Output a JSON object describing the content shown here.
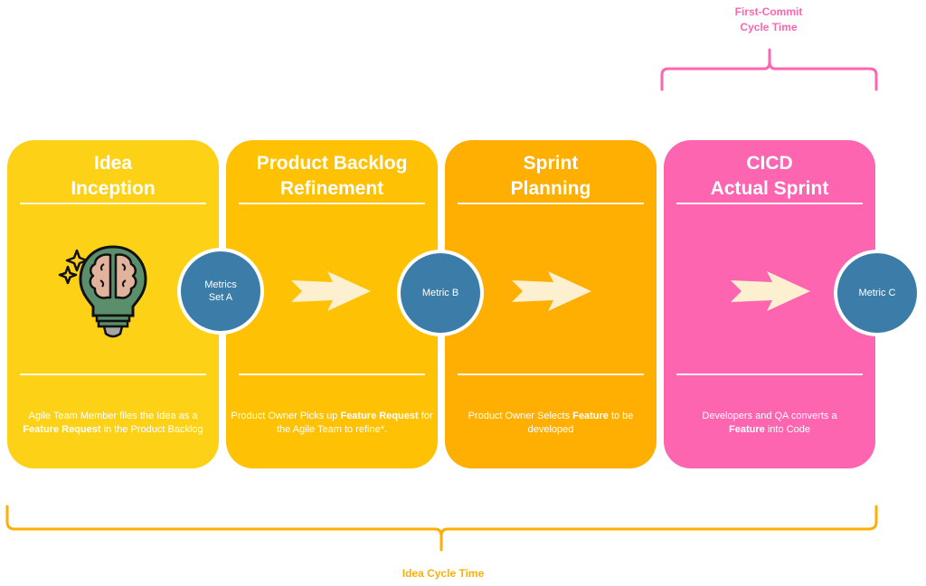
{
  "top_brace": {
    "label_line1": "First-Commit",
    "label_line2": "Cycle Time",
    "color": "#fe65b0"
  },
  "bottom_brace": {
    "label": "Idea Cycle Time",
    "color": "#feaf02"
  },
  "stages": [
    {
      "title_line1": "Idea",
      "title_line2": "Inception",
      "color": "#fdd116",
      "icon": "lightbulb-brain-icon",
      "desc_pre": "Agile Team Member files the Idea as a",
      "desc_bold": "Feature Request",
      "desc_post": " in the Product Backlog"
    },
    {
      "title_line1": "Product Backlog",
      "title_line2": "Refinement",
      "color": "#fec104",
      "icon": "arrow-right-icon",
      "desc_pre": "Product Owner Picks up ",
      "desc_bold": "Feature Request",
      "desc_post": " for the Agile Team to refine*."
    },
    {
      "title_line1": "Sprint",
      "title_line2": "Planning",
      "color": "#feaf02",
      "icon": "arrow-right-icon",
      "desc_pre": "Product Owner Selects ",
      "desc_bold": "Feature",
      "desc_post": " to be developed"
    },
    {
      "title_line1": "CICD",
      "title_line2": "Actual Sprint",
      "color": "#fe65b0",
      "icon": "arrow-right-icon",
      "desc_pre": "Developers and QA converts a",
      "desc_bold": "Feature",
      "desc_post": " into Code"
    }
  ],
  "metrics": [
    {
      "line1": "Metrics",
      "line2": "Set A"
    },
    {
      "line1": "Metric B",
      "line2": ""
    },
    {
      "line1": "Metric C",
      "line2": ""
    }
  ],
  "colors": {
    "metric_circle": "#3b7ca8",
    "arrow": "#fdf0d0"
  }
}
